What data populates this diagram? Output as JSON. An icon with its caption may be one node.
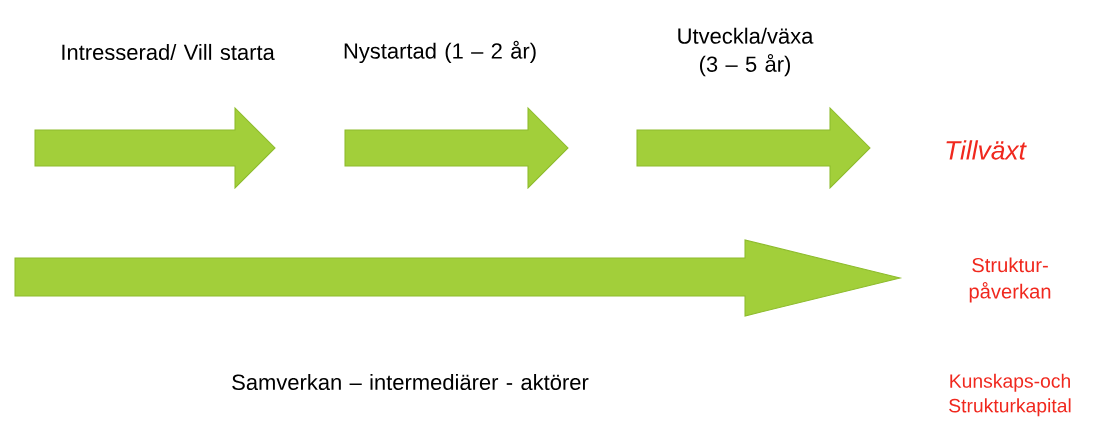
{
  "diagram": {
    "labels": [
      "Intresserad/ Vill starta",
      "Nystartad (1 – 2 år)",
      "Utveckla/växa (3 – 5 år)",
      "Tillväxt",
      "Struktur-påverkan",
      "Samverkan – intermediärer - aktörer",
      "Kunskaps-och Strukturkapital"
    ]
  }
}
